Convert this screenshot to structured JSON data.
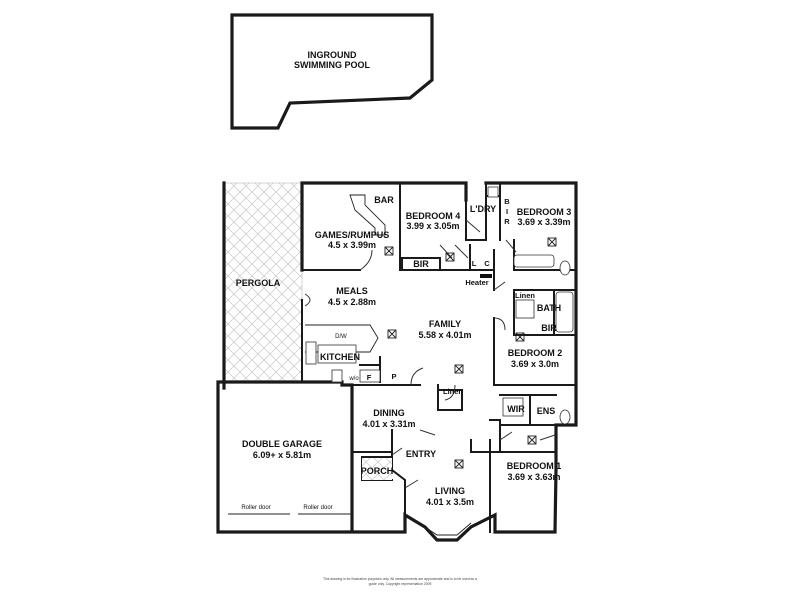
{
  "pool": {
    "line1": "INGROUND",
    "line2": "SWIMMING POOL"
  },
  "pergola": {
    "label": "PERGOLA"
  },
  "games": {
    "name": "GAMES/RUMPUS",
    "size": "4.5 x 3.99m"
  },
  "bar": {
    "label": "BAR"
  },
  "bedroom4": {
    "name": "BEDROOM 4",
    "size": "3.99 x 3.05m"
  },
  "laundry": {
    "label": "L'DRY"
  },
  "bir_vertical": {
    "b": "B",
    "i": "I",
    "r": "R"
  },
  "bedroom3": {
    "name": "BEDROOM 3",
    "size": "3.69 x 3.39m"
  },
  "bir_bed4": {
    "label": "BIR"
  },
  "linen_l": {
    "label": "L"
  },
  "cupboard_c": {
    "label": "C"
  },
  "heater": {
    "label": "Heater"
  },
  "meals": {
    "name": "MEALS",
    "size": "4.5 x 2.88m"
  },
  "linen_bath": {
    "label": "Linen"
  },
  "bath": {
    "label": "BATH"
  },
  "bir_bed2": {
    "label": "BIR"
  },
  "family": {
    "name": "FAMILY",
    "size": "5.58 x 4.01m"
  },
  "kitchen": {
    "name": "KITCHEN",
    "dw": "D/W",
    "wo": "w/o",
    "fridge": "F"
  },
  "pantry": {
    "label": "P"
  },
  "bedroom2": {
    "name": "BEDROOM 2",
    "size": "3.69 x 3.0m"
  },
  "linen_hall": {
    "label": "Linen"
  },
  "garage": {
    "name": "DOUBLE GARAGE",
    "size": "6.09+ x 5.81m",
    "door1": "Roller door",
    "door2": "Roller door"
  },
  "dining": {
    "name": "DINING",
    "size": "4.01 x 3.31m"
  },
  "wir": {
    "label": "WIR"
  },
  "ens": {
    "label": "ENS"
  },
  "entry": {
    "label": "ENTRY"
  },
  "porch": {
    "label": "PORCH"
  },
  "bedroom1": {
    "name": "BEDROOM 1",
    "size": "3.69 x 3.63m"
  },
  "living": {
    "name": "LIVING",
    "size": "4.01 x 3.5m"
  },
  "disclaimer": {
    "line1": "This drawing is for illustration purposes only. All measurements are approximate and is to be used as a",
    "line2": "guide only. Copyright representation 2009"
  }
}
